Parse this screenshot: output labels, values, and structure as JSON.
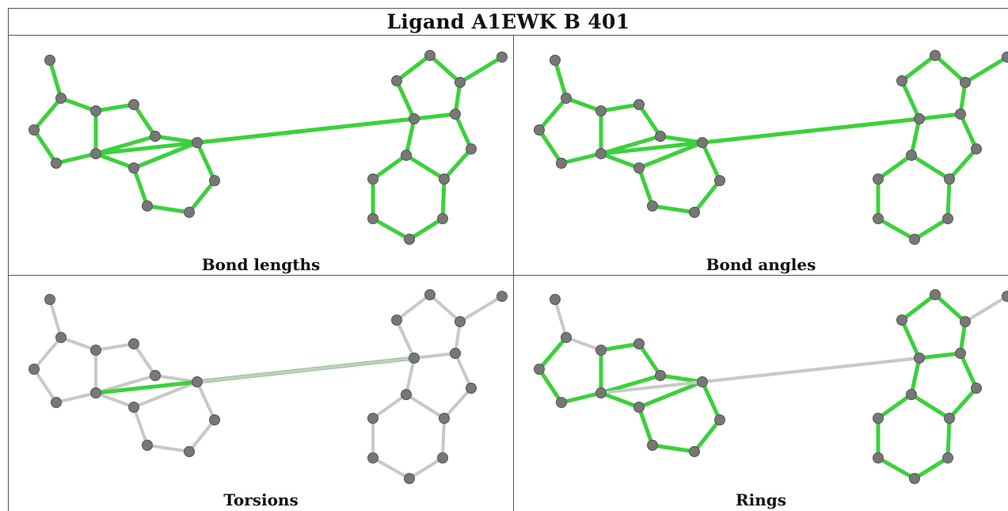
{
  "title": "Ligand A1EWK B 401",
  "colors": {
    "green": "#3bd13b",
    "grey": "#c8c8c8",
    "atom": "#777777"
  },
  "panels": [
    {
      "caption": "Bond lengths",
      "green": "all"
    },
    {
      "caption": "Bond angles",
      "green": "all"
    },
    {
      "caption": "Torsions",
      "green": "bridge"
    },
    {
      "caption": "Rings",
      "green": "rings"
    }
  ]
}
